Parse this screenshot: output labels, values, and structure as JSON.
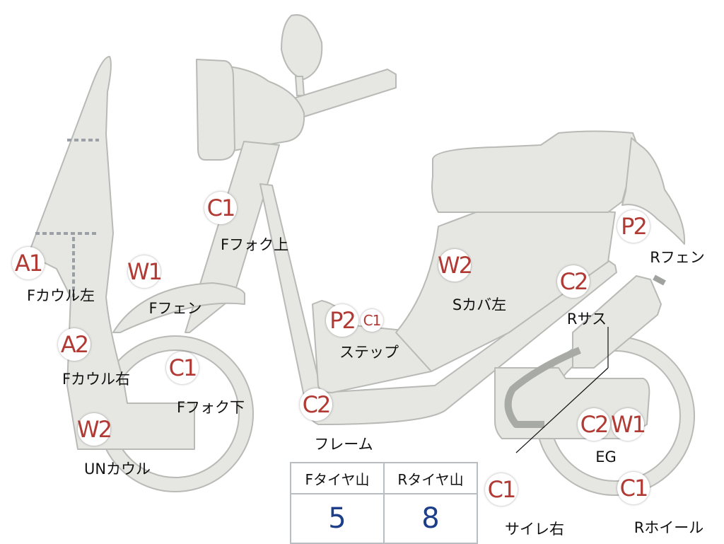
{
  "parts": [
    {
      "name": "f-cowl-left",
      "grade": "A1",
      "label": "Fカウル左"
    },
    {
      "name": "f-cowl-right",
      "grade": "A2",
      "label": "Fカウル右"
    },
    {
      "name": "under-cowl",
      "grade": "W2",
      "label": "UNカウル"
    },
    {
      "name": "f-fender",
      "grade": "W1",
      "label": "Fフェン"
    },
    {
      "name": "f-fork-upper",
      "grade": "C1",
      "label": "Fフォク上"
    },
    {
      "name": "f-fork-lower",
      "grade": "C1",
      "label": "Fフォク下"
    },
    {
      "name": "step",
      "grade": "P2",
      "grade2": "C1",
      "label": "ステップ"
    },
    {
      "name": "frame",
      "grade": "C2",
      "label": "フレーム"
    },
    {
      "name": "side-cover-left",
      "grade": "W2",
      "label": "Sカバ左"
    },
    {
      "name": "r-fender",
      "grade": "P2",
      "label": "Rフェン"
    },
    {
      "name": "r-suspension",
      "grade": "C2",
      "label": "Rサス"
    },
    {
      "name": "engine",
      "grade": "C2",
      "grade2": "W1",
      "label": "EG"
    },
    {
      "name": "r-wheel",
      "grade": "C1",
      "label": "Rホイール"
    },
    {
      "name": "muffler-right",
      "grade": "C1",
      "label": "サイレ右"
    }
  ],
  "tires": {
    "front_label": "Fタイヤ山",
    "rear_label": "Rタイヤ山",
    "front_value": "5",
    "rear_value": "8"
  },
  "colors": {
    "part_fill": "#e6e6e2",
    "part_stroke": "#b8bab6",
    "grade_text": "#b23a34",
    "tire_value": "#1d3f8a"
  }
}
